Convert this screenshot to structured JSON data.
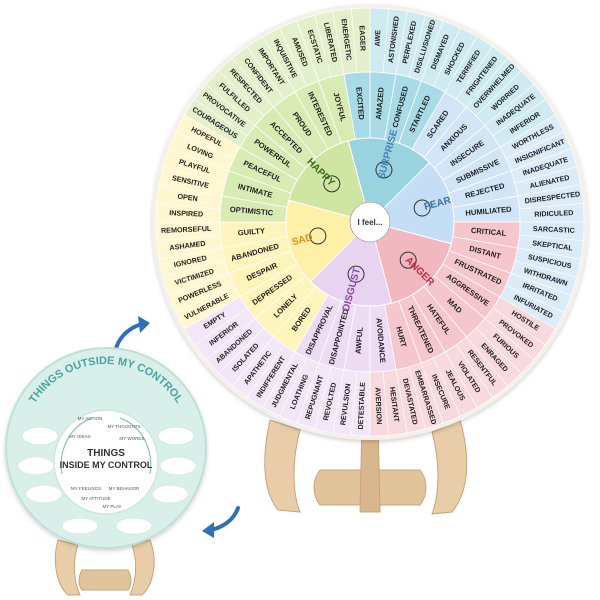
{
  "wheel": {
    "center_label": "I feel...",
    "core": [
      {
        "name": "SURPRISE",
        "color": "#9ad3e0",
        "text_color": "#4a7fb5"
      },
      {
        "name": "FEAR",
        "color": "#c4def5",
        "text_color": "#3d6fb0"
      },
      {
        "name": "ANGER",
        "color": "#f2b8c0",
        "text_color": "#c8273a"
      },
      {
        "name": "DISGUST",
        "color": "#e8d4f0",
        "text_color": "#8e44ad"
      },
      {
        "name": "SAD",
        "color": "#fff0a8",
        "text_color": "#d6931a"
      },
      {
        "name": "HAPPY",
        "color": "#cfe6a3",
        "text_color": "#3a6b1f"
      }
    ],
    "middle": [
      {
        "text": "AMAZED",
        "color": "#a8dbe6"
      },
      {
        "text": "CONFUSED",
        "color": "#a8dbe6"
      },
      {
        "text": "STARTLED",
        "color": "#a8dbe6"
      },
      {
        "text": "SCARED",
        "color": "#d2e5f7"
      },
      {
        "text": "ANXIOUS",
        "color": "#d2e5f7"
      },
      {
        "text": "INSECURE",
        "color": "#d2e5f7"
      },
      {
        "text": "SUBMISSIVE",
        "color": "#d2e5f7"
      },
      {
        "text": "REJECTED",
        "color": "#d2e5f7"
      },
      {
        "text": "HUMILIATED",
        "color": "#d2e5f7"
      },
      {
        "text": "CRITICAL",
        "color": "#f6c6cd"
      },
      {
        "text": "DISTANT",
        "color": "#f6c6cd"
      },
      {
        "text": "FRUSTRATED",
        "color": "#f6c6cd"
      },
      {
        "text": "AGGRESSIVE",
        "color": "#f6c6cd"
      },
      {
        "text": "MAD",
        "color": "#f6c6cd"
      },
      {
        "text": "HATEFUL",
        "color": "#f6c6cd"
      },
      {
        "text": "THREATENED",
        "color": "#f6c6cd"
      },
      {
        "text": "HURT",
        "color": "#f6c6cd"
      },
      {
        "text": "AVOIDANCE",
        "color": "#eedcf4"
      },
      {
        "text": "AWFUL",
        "color": "#eedcf4"
      },
      {
        "text": "DISAPPOINTED",
        "color": "#eedcf4"
      },
      {
        "text": "DISAPPROVAL",
        "color": "#eedcf4"
      },
      {
        "text": "BORED",
        "color": "#fff4bc"
      },
      {
        "text": "LONELY",
        "color": "#fff4bc"
      },
      {
        "text": "DEPRESSED",
        "color": "#fff4bc"
      },
      {
        "text": "DESPAIR",
        "color": "#fff4bc"
      },
      {
        "text": "ABANDONED",
        "color": "#fff4bc"
      },
      {
        "text": "GUILTY",
        "color": "#fff4bc"
      },
      {
        "text": "OPTIMISTIC",
        "color": "#d8ebb3"
      },
      {
        "text": "INTIMATE",
        "color": "#d8ebb3"
      },
      {
        "text": "PEACEFUL",
        "color": "#d8ebb3"
      },
      {
        "text": "POWERFUL",
        "color": "#d8ebb3"
      },
      {
        "text": "ACCEPTED",
        "color": "#d8ebb3"
      },
      {
        "text": "PROUD",
        "color": "#d8ebb3"
      },
      {
        "text": "INTERESTED",
        "color": "#d8ebb3"
      },
      {
        "text": "JOYFUL",
        "color": "#d8ebb3"
      },
      {
        "text": "EXCITED",
        "color": "#a8dbe6"
      }
    ],
    "outer": [
      "AWE",
      "ASTONISHED",
      "PERPLEXED",
      "DISILLUSIONED",
      "DISMAYED",
      "SHOCKED",
      "TERRIFIED",
      "FRIGHTENED",
      "OVERWHELMED",
      "WORRIED",
      "INADEQUATE",
      "INFERIOR",
      "WORTHLESS",
      "INSIGNIFICANT",
      "INADEQUATE",
      "ALIENATED",
      "DISRESPECTED",
      "RIDICULED",
      "SARCASTIC",
      "SKEPTICAL",
      "SUSPICIOUS",
      "WITHDRAWN",
      "IRRITATED",
      "INFURIATED",
      "HOSTILE",
      "PROVOKED",
      "FURIOUS",
      "ENRAGED",
      "RESENTFUL",
      "VIOLATED",
      "JEALOUS",
      "INSECURE",
      "EMBARRASSED",
      "DEVASTATED",
      "HESITANT",
      "AVERSION",
      "DETESTABLE",
      "REVULSION",
      "REVOLTED",
      "REPUGNANT",
      "LOATHING",
      "JUDGMENTAL",
      "INDIFFERENT",
      "APATHETIC",
      "ISOLATED",
      "ABANDONED",
      "INFERIOR",
      "EMPTY",
      "VULNERABLE",
      "POWERLESS",
      "VICTIMIZED",
      "IGNORED",
      "ASHAMED",
      "REMORSEFUL",
      "INSPIRED",
      "OPEN",
      "SENSITIVE",
      "PLAYFUL",
      "LOVING",
      "HOPEFUL",
      "COURAGEOUS",
      "PROVOCATIVE",
      "FULFILLED",
      "RESPECTED",
      "CONFIDENT",
      "IMPORTANT",
      "INQUISITIVE",
      "AMUSED",
      "ECSTATIC",
      "LIBERATED",
      "ENERGETIC",
      "EAGER"
    ]
  },
  "small_board": {
    "outer_title": "THINGS OUTSIDE MY CONTROL",
    "inner_title_line1": "THINGS",
    "inner_title_line2": "INSIDE MY CONTROL",
    "inner_items": [
      "MY ACTION",
      "MY THOUGHTS",
      "MY IDEAS",
      "MY WORDS",
      "MY FEELINGS",
      "MY BEHAVIOR",
      "MY ATTITUDE",
      "MY PLAY"
    ]
  }
}
